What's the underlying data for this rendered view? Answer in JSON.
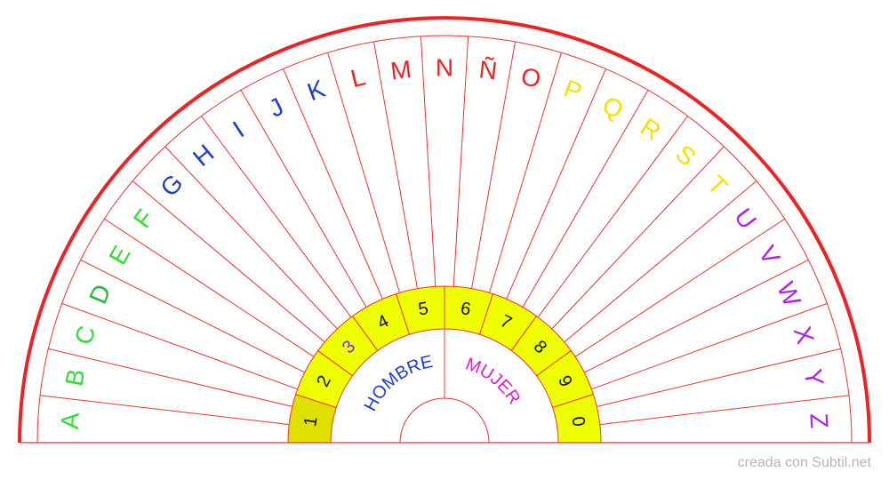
{
  "chart_data": {
    "type": "radial-pendulum-chart",
    "letters": [
      {
        "label": "A",
        "color": "#33dd33"
      },
      {
        "label": "B",
        "color": "#33dd33"
      },
      {
        "label": "C",
        "color": "#33dd33"
      },
      {
        "label": "D",
        "color": "#22b833"
      },
      {
        "label": "E",
        "color": "#33dd33"
      },
      {
        "label": "F",
        "color": "#33dd33"
      },
      {
        "label": "G",
        "color": "#1e3ccf"
      },
      {
        "label": "H",
        "color": "#1e3ccf"
      },
      {
        "label": "I",
        "color": "#1e3ccf"
      },
      {
        "label": "J",
        "color": "#1e3ccf"
      },
      {
        "label": "K",
        "color": "#1e3ccf"
      },
      {
        "label": "L",
        "color": "#ee2222"
      },
      {
        "label": "M",
        "color": "#ee2222"
      },
      {
        "label": "N",
        "color": "#ee2222"
      },
      {
        "label": "Ñ",
        "color": "#ee2222"
      },
      {
        "label": "O",
        "color": "#ee2222"
      },
      {
        "label": "P",
        "color": "#f2e200"
      },
      {
        "label": "Q",
        "color": "#f2e200"
      },
      {
        "label": "R",
        "color": "#f2e200"
      },
      {
        "label": "S",
        "color": "#f2e200"
      },
      {
        "label": "T",
        "color": "#f2e200"
      },
      {
        "label": "U",
        "color": "#b022e6"
      },
      {
        "label": "V",
        "color": "#b022e6"
      },
      {
        "label": "W",
        "color": "#b022e6"
      },
      {
        "label": "X",
        "color": "#b022e6"
      },
      {
        "label": "Y",
        "color": "#b022e6"
      },
      {
        "label": "Z",
        "color": "#b022e6"
      }
    ],
    "numbers": [
      {
        "label": "1",
        "fill": "#e0e000"
      },
      {
        "label": "2",
        "fill": "#eeff00"
      },
      {
        "label": "3",
        "fill": "#eeff00"
      },
      {
        "label": "4",
        "fill": "#eeff00"
      },
      {
        "label": "5",
        "fill": "#eeff00"
      },
      {
        "label": "6",
        "fill": "#eeff00"
      },
      {
        "label": "7",
        "fill": "#eeff00"
      },
      {
        "label": "8",
        "fill": "#eeff00"
      },
      {
        "label": "9",
        "fill": "#eeff00"
      },
      {
        "label": "0",
        "fill": "#eeff00"
      }
    ],
    "left_label": {
      "text": "HOMBRE",
      "color": "#1e3ccf"
    },
    "right_label": {
      "text": "MUJER",
      "color": "#dd22cc"
    },
    "colors": {
      "lines": "#ee3333",
      "outer_arc": "#ee2222"
    }
  },
  "credit": "creada con Subtil.net"
}
